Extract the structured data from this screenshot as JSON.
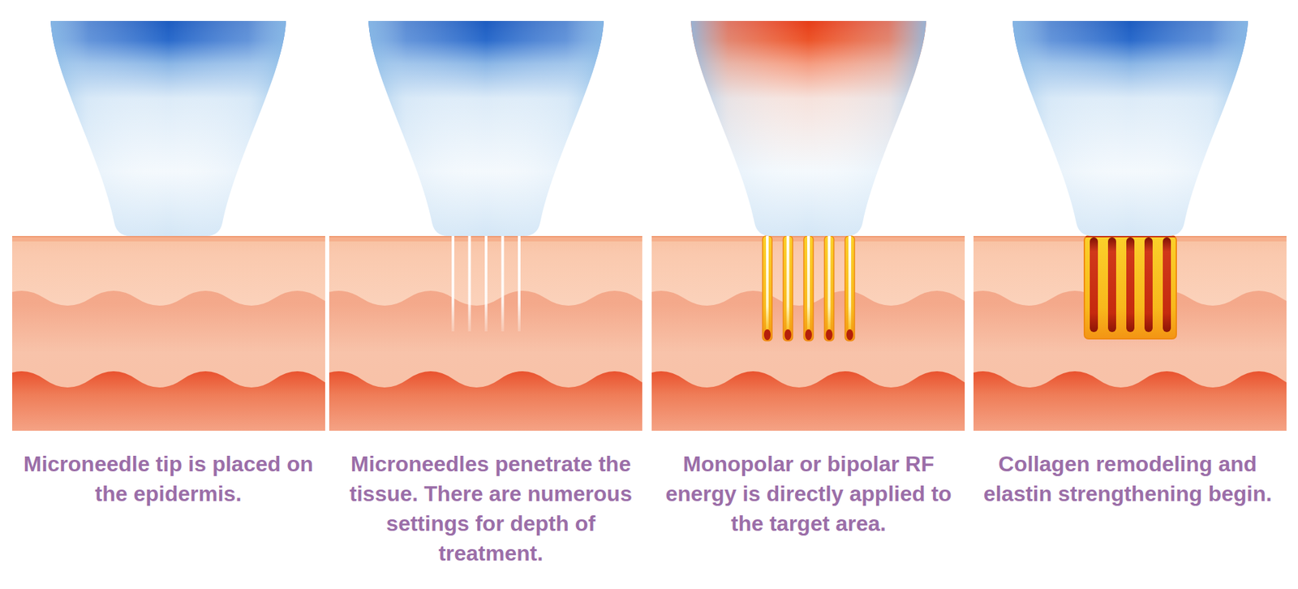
{
  "diagram": {
    "labels": [
      "Microneedle tip is placed on the epidermis.",
      "Microneedles penetrate the tissue. There are numerous settings for depth of treatment.",
      "Monopolar or bipolar RF energy is directly applied to the target area.",
      "Collagen remodeling and elastin strengthening begin."
    ]
  }
}
